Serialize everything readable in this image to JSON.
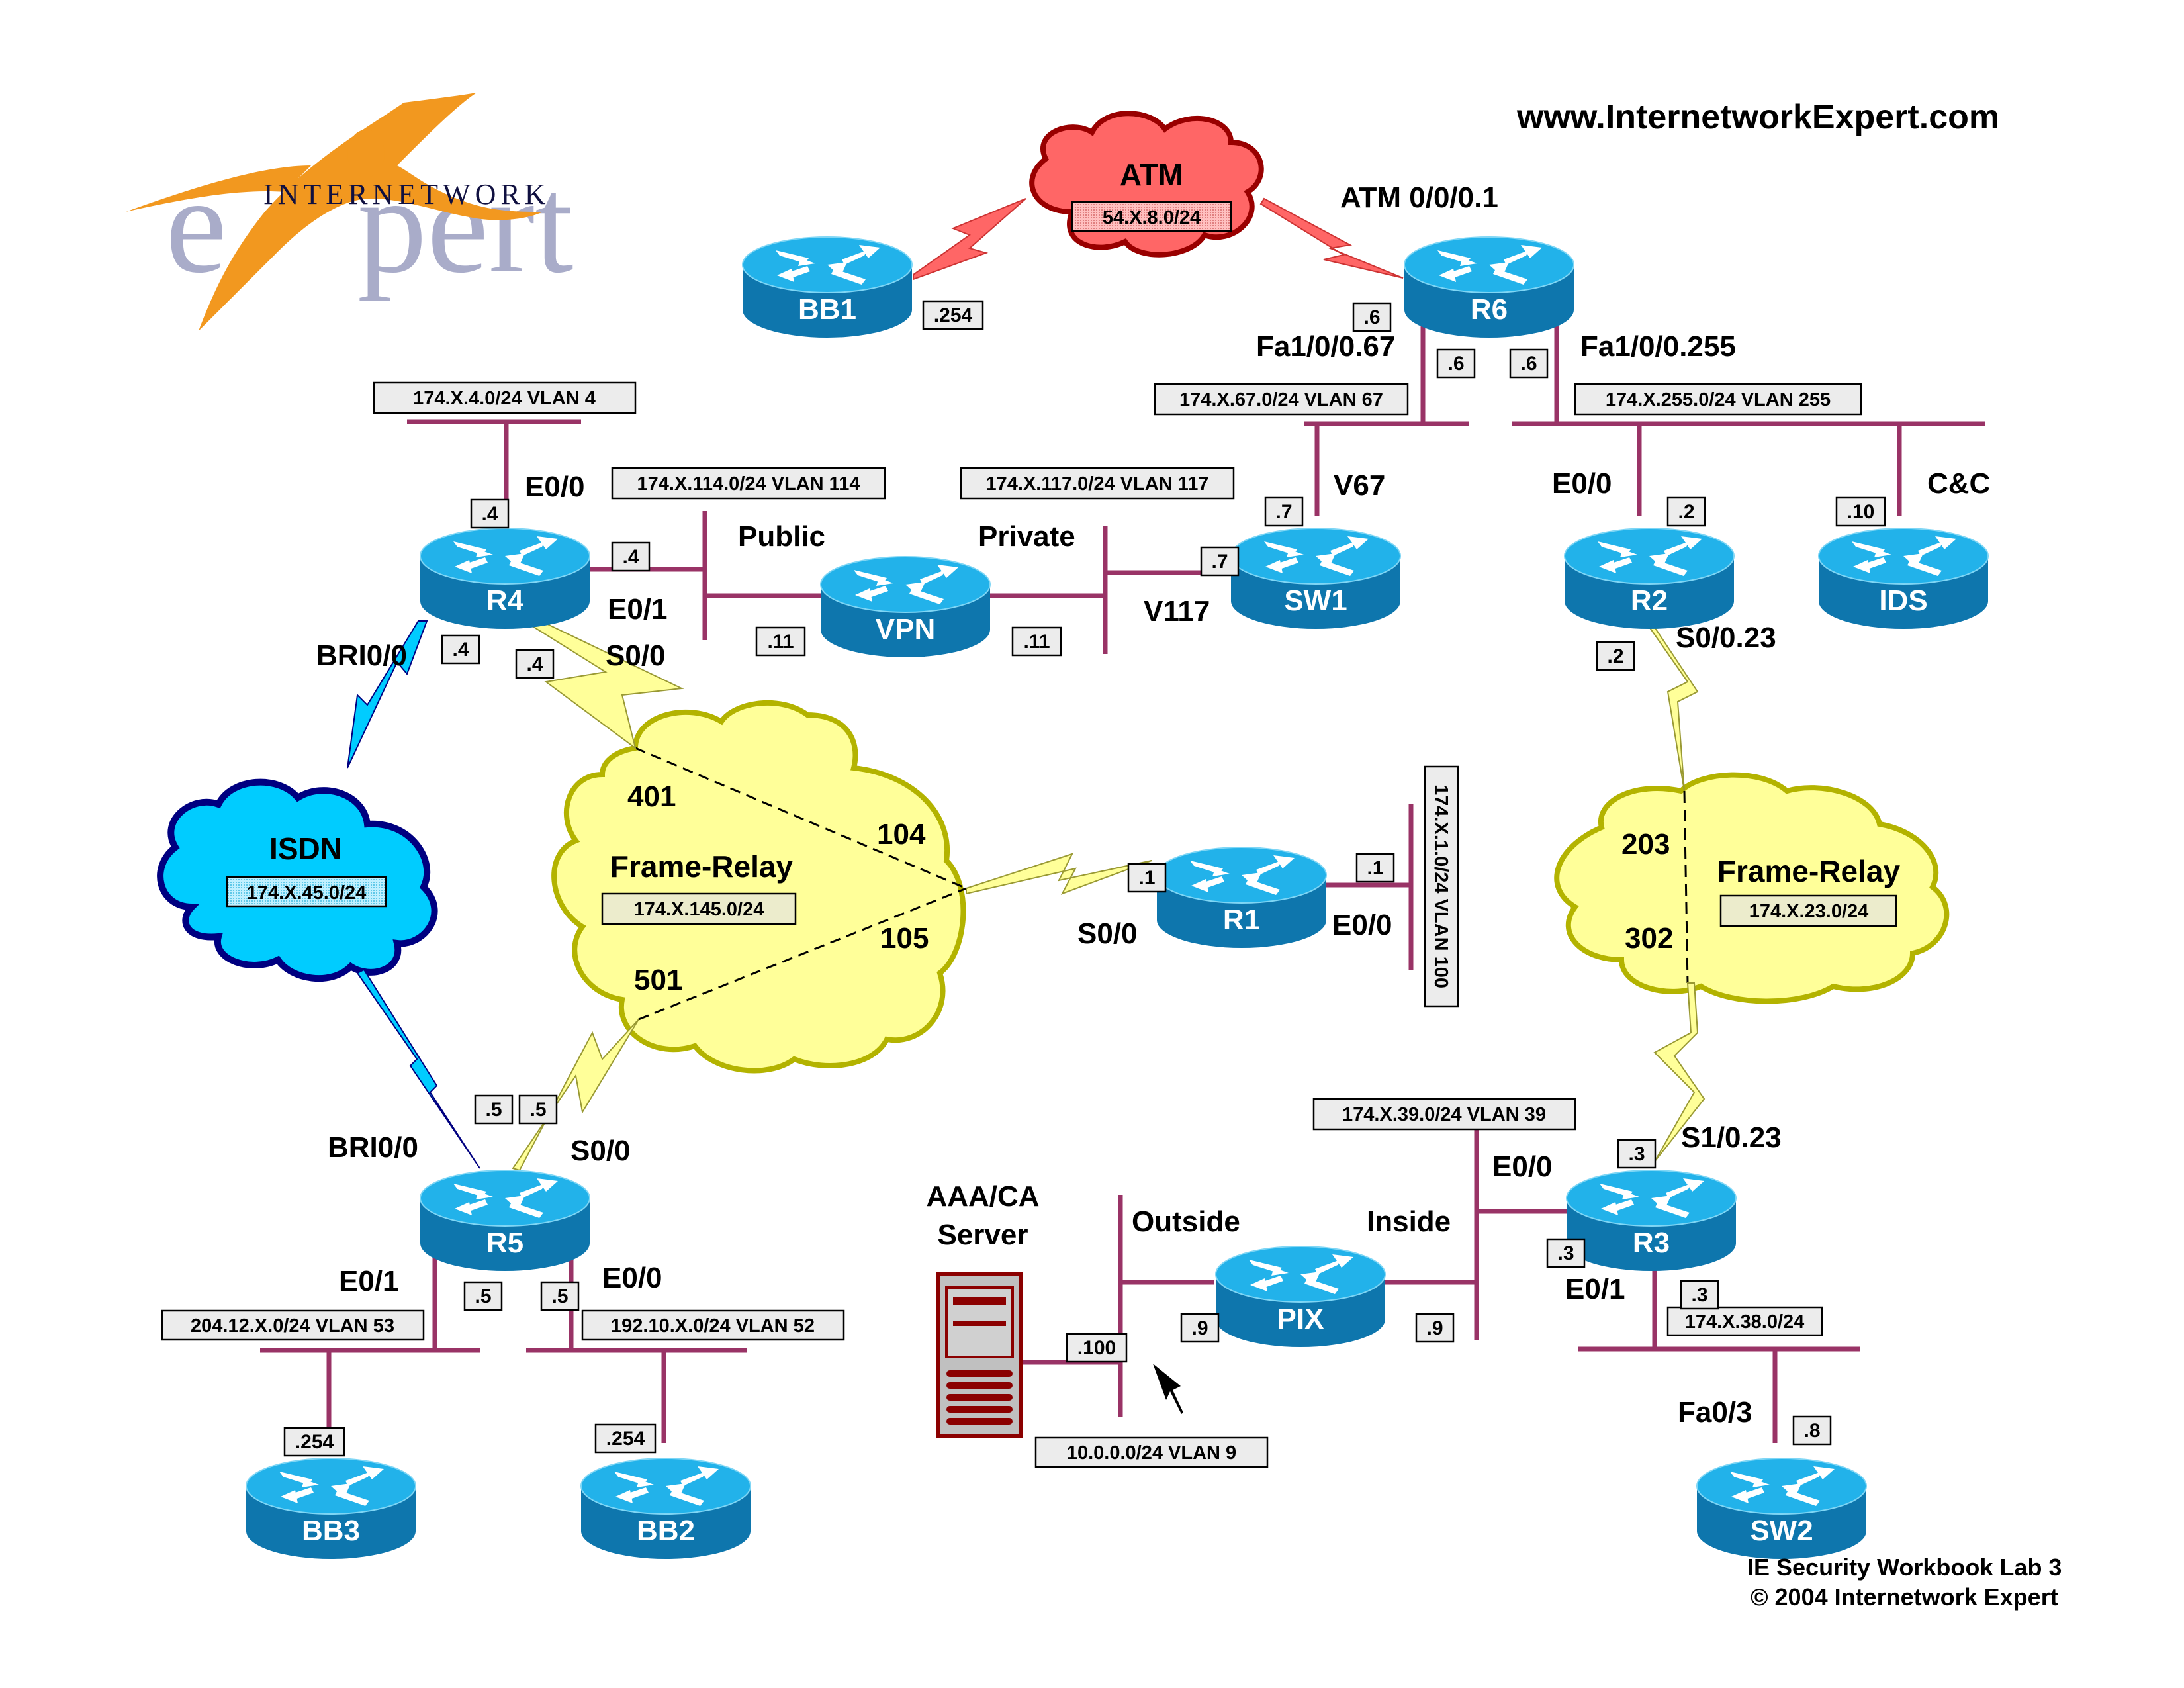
{
  "header": {
    "website": "www.InternetworkExpert.com",
    "logo": {
      "top_word": "INTERNETWORK",
      "bottom_word": "expert",
      "icon": "running-person-logo-icon"
    }
  },
  "footer": {
    "line1": "IE Security Workbook Lab 3",
    "line2": "© 2004 Internetwork Expert"
  },
  "colors": {
    "router_top": "#22b2ea",
    "router_side": "#0e76ad",
    "ethernet": "#993366",
    "atm_cloud": "#ff6666",
    "isdn_cloud": "#00ccff",
    "fr_cloud": "#ffff99"
  },
  "clouds": {
    "atm": {
      "name": "ATM",
      "subnet": "54.X.8.0/24"
    },
    "isdn": {
      "name": "ISDN",
      "subnet": "174.X.45.0/24"
    },
    "fr_left": {
      "name": "Frame-Relay",
      "subnet": "174.X.145.0/24",
      "dlcis": [
        "401",
        "104",
        "105",
        "501"
      ]
    },
    "fr_right": {
      "name": "Frame-Relay",
      "subnet": "174.X.23.0/24",
      "dlcis": [
        "203",
        "302"
      ]
    }
  },
  "devices": {
    "bb1": "BB1",
    "r6": "R6",
    "r4": "R4",
    "vpn": "VPN",
    "sw1": "SW1",
    "r2": "R2",
    "ids": "IDS",
    "r1": "R1",
    "r5": "R5",
    "bb3": "BB3",
    "bb2": "BB2",
    "pix": "PIX",
    "r3": "R3",
    "sw2": "SW2",
    "server": "AAA/CA Server",
    "server_line1": "AAA/CA",
    "server_line2": "Server"
  },
  "networks": {
    "vlan4": "174.X.4.0/24 VLAN 4",
    "vlan114": "174.X.114.0/24 VLAN 114",
    "vlan117": "174.X.117.0/24 VLAN 117",
    "vlan67": "174.X.67.0/24 VLAN 67",
    "vlan255": "174.X.255.0/24 VLAN 255",
    "vlan100": "174.X.1.0/24 VLAN 100",
    "vlan39": "174.X.39.0/24 VLAN 39",
    "net38": "174.X.38.0/24",
    "vlan53": "204.12.X.0/24 VLAN 53",
    "vlan52": "192.10.X.0/24 VLAN 52",
    "vlan9": "10.0.0.0/24 VLAN 9"
  },
  "interfaces": {
    "r6_atm": "ATM 0/0/0.1",
    "r6_fa67": "Fa1/0/0.67",
    "r6_fa255": "Fa1/0/0.255",
    "r4_e00": "E0/0",
    "r4_e01": "E0/1",
    "r4_bri": "BRI0/0",
    "r4_s00": "S0/0",
    "vpn_public": "Public",
    "vpn_private": "Private",
    "sw1_v67": "V67",
    "sw1_v117": "V117",
    "r2_e00": "E0/0",
    "r2_s0": "S0/0.23",
    "ids_cc": "C&C",
    "r1_s00": "S0/0",
    "r1_e00": "E0/0",
    "r5_bri": "BRI0/0",
    "r5_s00": "S0/0",
    "r5_e01": "E0/1",
    "r5_e00": "E0/0",
    "pix_outside": "Outside",
    "pix_inside": "Inside",
    "r3_e00": "E0/0",
    "r3_e01": "E0/1",
    "r3_s1": "S1/0.23",
    "sw2_fa03": "Fa0/3"
  },
  "hosts": {
    "bb1": ".254",
    "r6_atm": ".6",
    "r6_67": ".6",
    "r6_255": ".6",
    "r4_e00": ".4",
    "r4_e01": ".4",
    "r4_bri": ".4",
    "r4_s00": ".4",
    "vpn_pub": ".11",
    "vpn_priv": ".11",
    "sw1_v117": ".7",
    "sw1_v67": ".7",
    "r2_e00": ".2",
    "r2_s0": ".2",
    "ids": ".10",
    "r1_s00": ".1",
    "r1_e00": ".1",
    "r5_bri": ".5",
    "r5_s00": ".5",
    "r5_e01": ".5",
    "r5_e00": ".5",
    "bb3": ".254",
    "bb2": ".254",
    "server": ".100",
    "pix_out": ".9",
    "pix_in": ".9",
    "r3_s1": ".3",
    "r3_e00": ".3",
    "r3_e01": ".3",
    "sw2": ".8"
  }
}
